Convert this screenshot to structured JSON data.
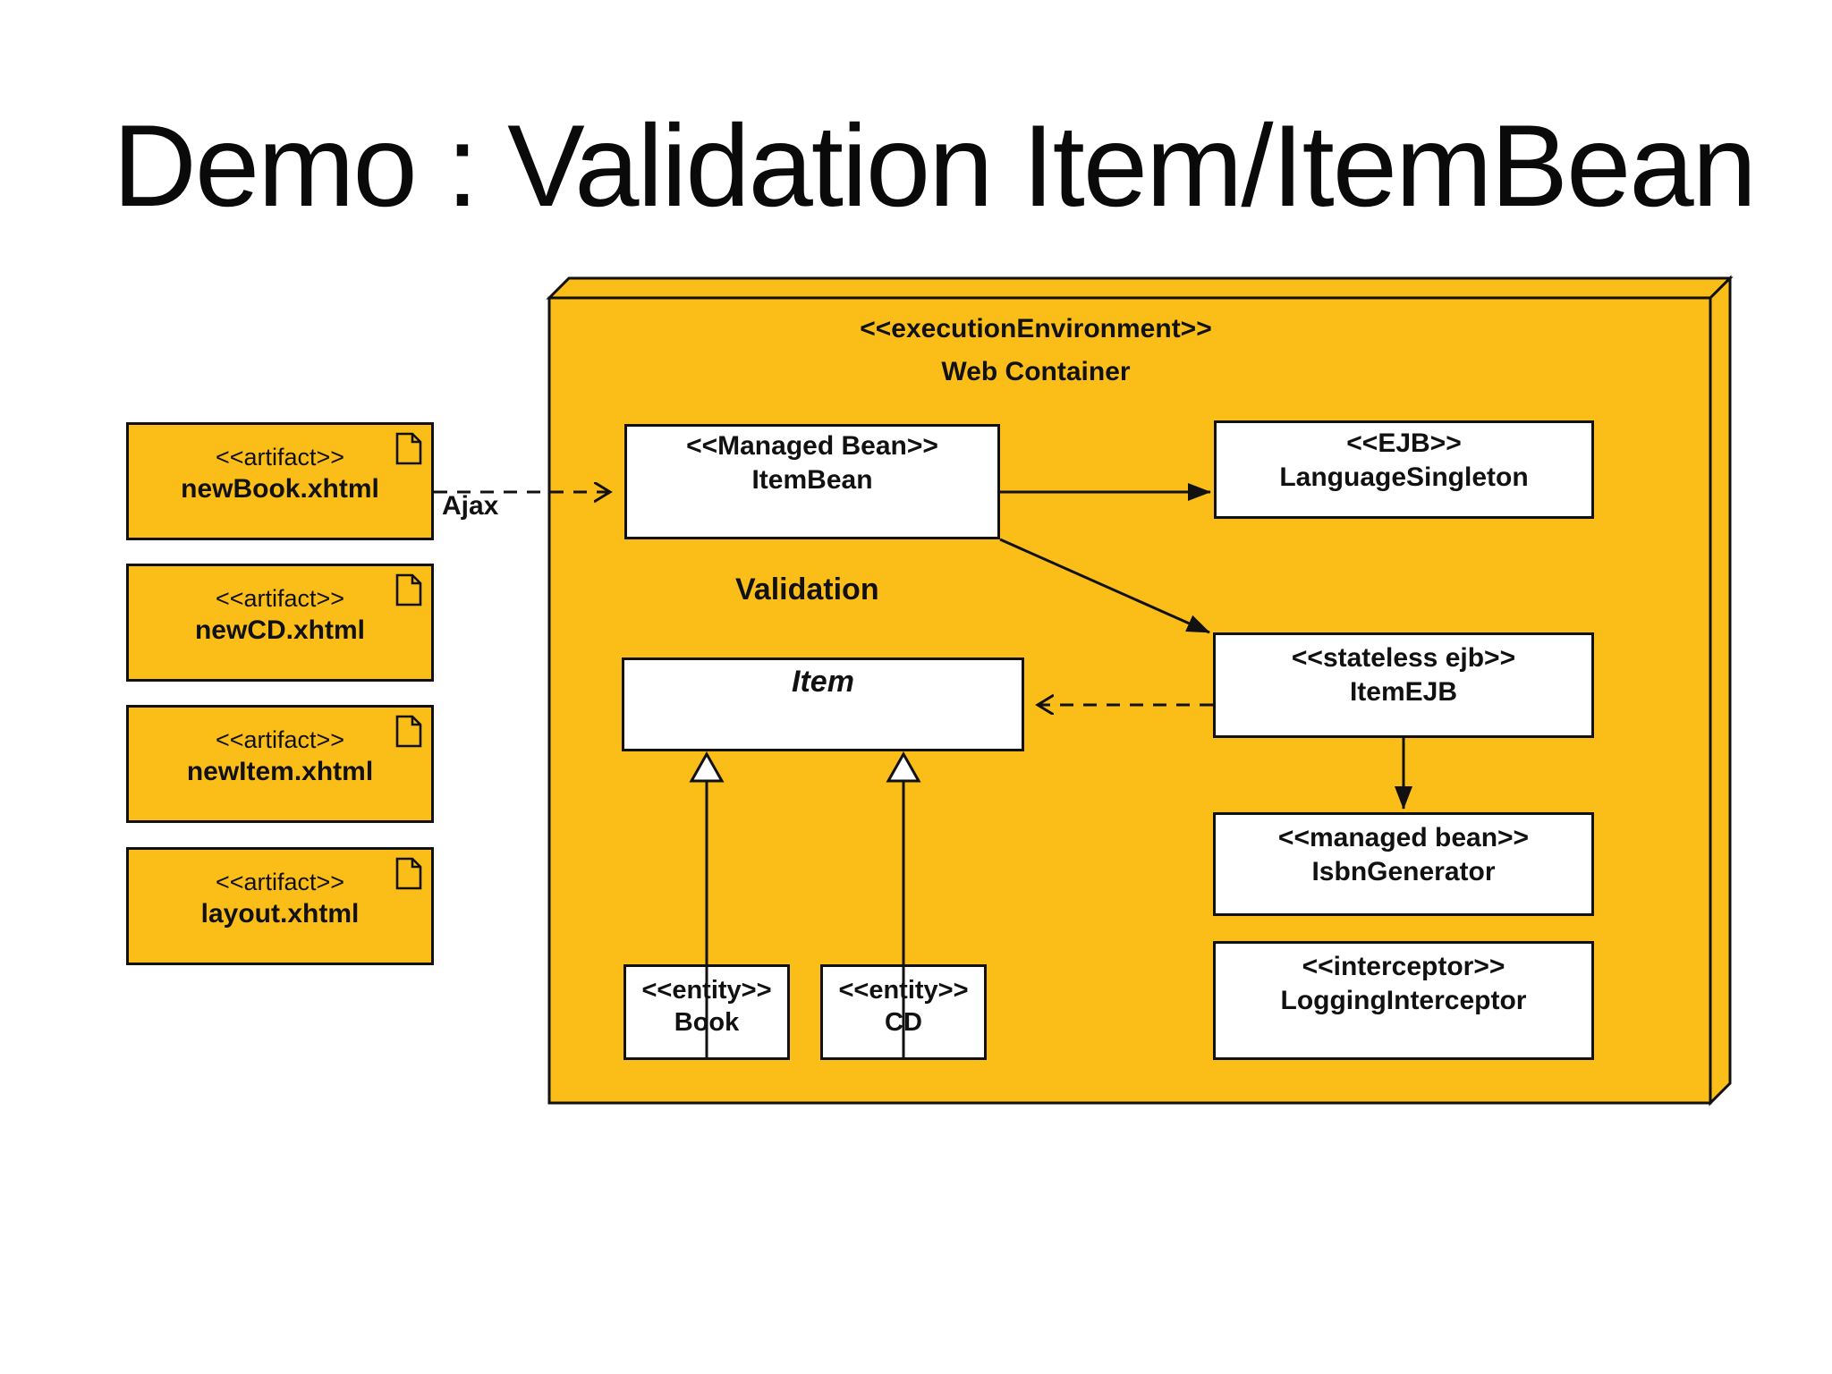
{
  "title": "Demo : Validation Item/ItemBean",
  "colors": {
    "node_fill": "#FBBE18",
    "box_fill": "#FFFFFF",
    "border": "#111111",
    "text": "#111111"
  },
  "container": {
    "stereotype": "<<executionEnvironment>>",
    "name": "Web Container"
  },
  "artifacts": [
    {
      "stereotype": "<<artifact>>",
      "name": "newBook.xhtml"
    },
    {
      "stereotype": "<<artifact>>",
      "name": "newCD.xhtml"
    },
    {
      "stereotype": "<<artifact>>",
      "name": "newItem.xhtml"
    },
    {
      "stereotype": "<<artifact>>",
      "name": "layout.xhtml"
    }
  ],
  "nodes": {
    "item_bean": {
      "stereotype": "<<Managed Bean>>",
      "name": "ItemBean"
    },
    "language_singleton": {
      "stereotype": "<<EJB>>",
      "name": "LanguageSingleton"
    },
    "item_ejb": {
      "stereotype": "<<stateless ejb>>",
      "name": "ItemEJB"
    },
    "isbn_generator": {
      "stereotype": "<<managed bean>>",
      "name": "IsbnGenerator"
    },
    "logging_interceptor": {
      "stereotype": "<<interceptor>>",
      "name": "LoggingInterceptor"
    },
    "item": {
      "name": "Item"
    },
    "book": {
      "stereotype": "<<entity>>",
      "name": "Book"
    },
    "cd": {
      "stereotype": "<<entity>>",
      "name": "CD"
    }
  },
  "labels": {
    "ajax": "Ajax",
    "validation": "Validation"
  }
}
